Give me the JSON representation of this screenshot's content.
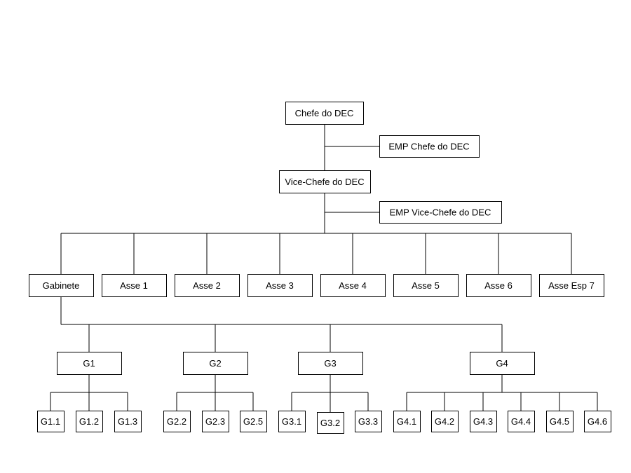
{
  "org_chart": {
    "chefe": "Chefe do DEC",
    "emp_chefe": "EMP Chefe do DEC",
    "vice_chefe": "Vice-Chefe do DEC",
    "emp_vice_chefe": "EMP Vice-Chefe do DEC",
    "gabinete": "Gabinete",
    "assessorias": [
      "Asse 1",
      "Asse 2",
      "Asse 3",
      "Asse 4",
      "Asse 5",
      "Asse 6",
      "Asse Esp 7"
    ],
    "groups": [
      {
        "label": "G1",
        "children": [
          "G1.1",
          "G1.2",
          "G1.3"
        ]
      },
      {
        "label": "G2",
        "children": [
          "G2.2",
          "G2.3",
          "G2.5"
        ]
      },
      {
        "label": "G3",
        "children": [
          "G3.1",
          "G3.2",
          "G3.3"
        ]
      },
      {
        "label": "G4",
        "children": [
          "G4.1",
          "G4.2",
          "G4.3",
          "G4.4",
          "G4.5",
          "G4.6"
        ]
      }
    ]
  }
}
